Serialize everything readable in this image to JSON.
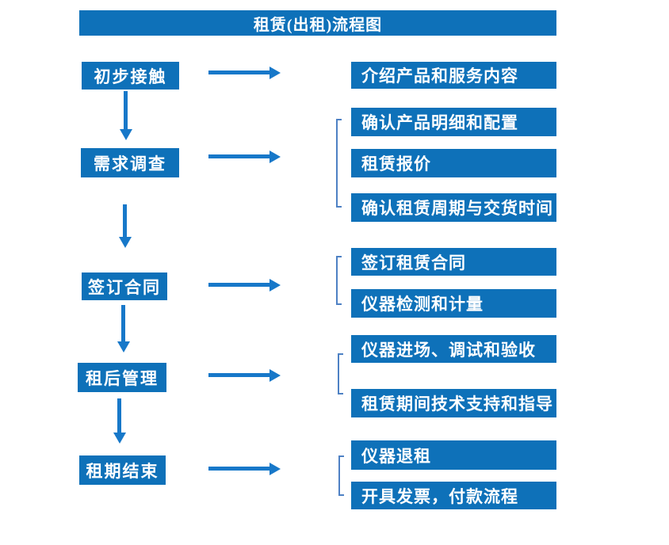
{
  "title": "租赁(出租)流程图",
  "colors": {
    "box": "#0e71b9",
    "arrow": "#1778c9",
    "bracket": "#4e81c4",
    "text": "#ffffff",
    "background": "#ffffff"
  },
  "steps": [
    {
      "label": "初步接触",
      "details": [
        "介绍产品和服务内容"
      ]
    },
    {
      "label": "需求调查",
      "details": [
        "确认产品明细和配置",
        "租赁报价",
        "确认租赁周期与交货时间"
      ]
    },
    {
      "label": "签订合同",
      "details": [
        "签订租赁合同",
        "仪器检测和计量"
      ]
    },
    {
      "label": "租后管理",
      "details": [
        "仪器进场、调试和验收",
        "租赁期间技术支持和指导"
      ]
    },
    {
      "label": "租期结束",
      "details": [
        "仪器退租",
        "开具发票，付款流程"
      ]
    }
  ]
}
